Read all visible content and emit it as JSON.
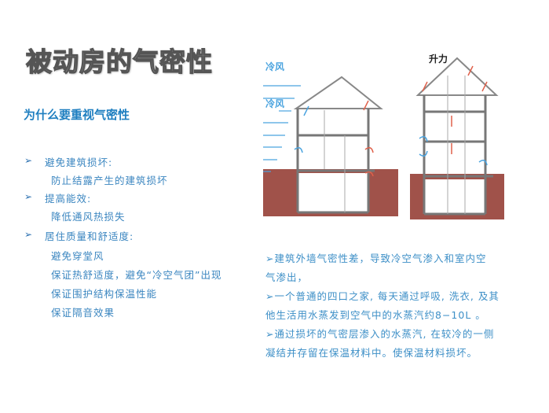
{
  "title": "被动房的气密性",
  "subheading": "为什么要重视气密性",
  "bullets": [
    {
      "marker": "➢",
      "heading": "避免建筑损坏:",
      "items": [
        "防止结露产生的建筑损坏"
      ]
    },
    {
      "marker": "➢",
      "heading": "提高能效:",
      "items": [
        "降低通风热损失"
      ]
    },
    {
      "marker": "➢",
      "heading": "居住质量和舒适度:",
      "items": [
        "避免穿堂风",
        "保证热舒适度，避免“冷空气团”出现",
        "保证围护结构保温性能",
        "保证隔音效果"
      ]
    }
  ],
  "diagrams": {
    "left": {
      "labels": [
        "冷风",
        "冷风"
      ]
    },
    "right": {
      "label": "升力"
    }
  },
  "notes": [
    [
      "➢建筑外墙气密性差，导致冷空气渗入和室内空",
      "气渗出，"
    ],
    [
      "➢一个普通的四口之家, 每天通过呼吸, 洗衣, 及其",
      "他生活用水蒸发到空气中的水蒸汽约8−10L 。"
    ],
    [
      "➢通过损坏的气密层渗入的水蒸汽, 在较冷的一侧",
      "凝结并存留在保温材料中。使保温材料损坏。"
    ]
  ],
  "colors": {
    "text_blue": "#3b86c0",
    "ground": "#a0524a",
    "cold_arrow": "#4aa3df",
    "warm_arrow": "#e0604a"
  }
}
